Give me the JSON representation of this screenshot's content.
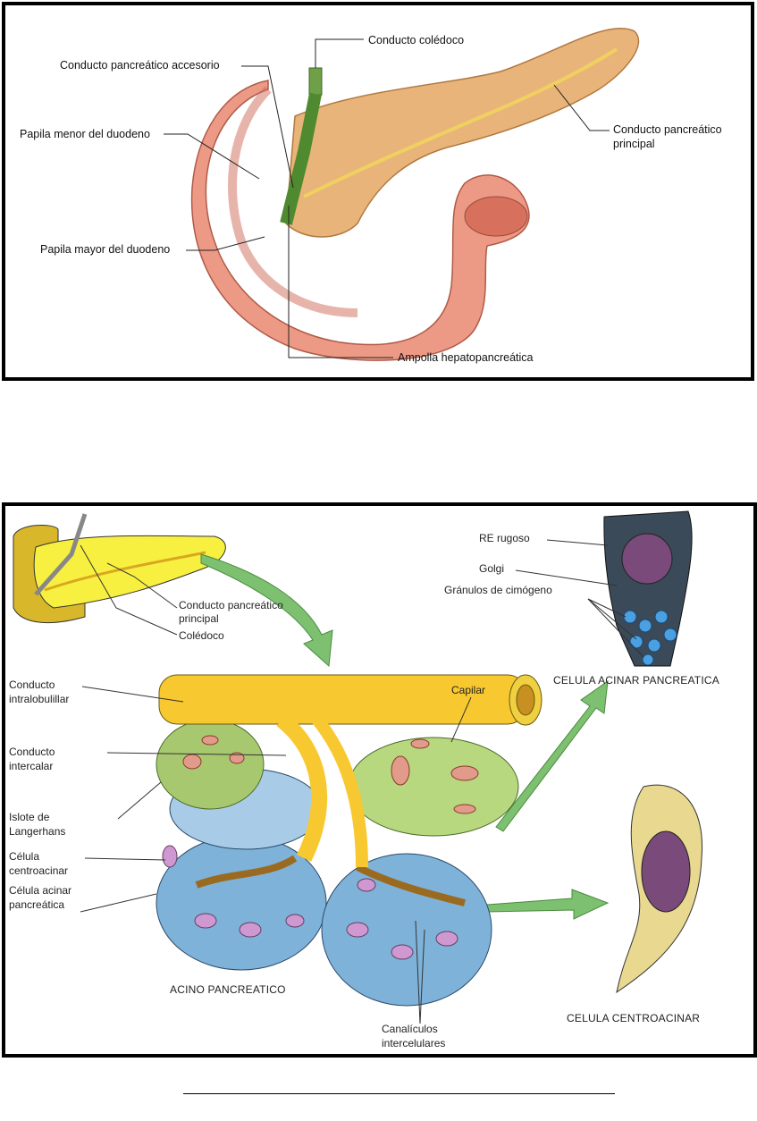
{
  "figure1": {
    "labels": {
      "conducto_coledoco": "Conducto colédoco",
      "conducto_accesorio": "Conducto pancreático accesorio",
      "papila_menor": "Papila menor del duodeno",
      "conducto_principal_1": "Conducto pancreático",
      "conducto_principal_2": "principal",
      "papila_mayor": "Papila mayor del duodeno",
      "ampolla": "Ampolla hepatopancreática"
    }
  },
  "figure2": {
    "labels": {
      "re_rugoso": "RE rugoso",
      "golgi": "Golgi",
      "granulos": "Gránulos de cimógeno",
      "conducto_principal_1": "Conducto pancreático",
      "conducto_principal_2": "principal",
      "coledoco": "Colédoco",
      "capilar": "Capilar",
      "intralobulillar_1": "Conducto",
      "intralobulillar_2": "intralobulillar",
      "intercalar_1": "Conducto",
      "intercalar_2": "intercalar",
      "islote_1": "Islote de",
      "islote_2": "Langerhans",
      "centroacinar_1": "Célula",
      "centroacinar_2": "centroacinar",
      "acinar_1": "Célula acinar",
      "acinar_2": "pancreática",
      "canaliculos_1": "Canalículos",
      "canaliculos_2": "intercelulares"
    },
    "captions": {
      "celula_acinar": "CELULA ACINAR PANCREATICA",
      "acino": "ACINO PANCREATICO",
      "celula_centroacinar": "CELULA CENTROACINAR"
    }
  }
}
